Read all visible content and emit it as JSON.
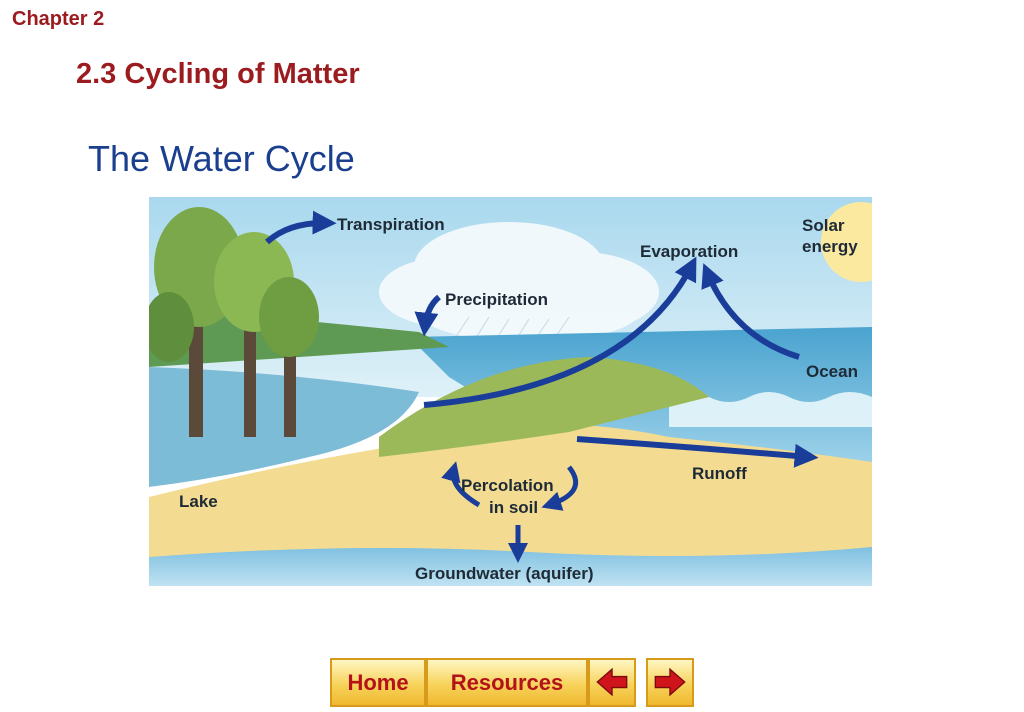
{
  "header": {
    "chapter": "Chapter 2",
    "section": "2.3 Cycling of Matter",
    "subtitle": "The Water Cycle"
  },
  "diagram": {
    "labels": {
      "transpiration": "Transpiration",
      "precipitation": "Precipitation",
      "evaporation": "Evaporation",
      "solar_line1": "Solar",
      "solar_line2": "energy",
      "ocean": "Ocean",
      "runoff": "Runoff",
      "percolation_line1": "Percolation",
      "percolation_line2": "in soil",
      "lake": "Lake",
      "groundwater": "Groundwater (aquifer)"
    },
    "colors": {
      "arrow": "#1b3d9a",
      "sky": "#bfe3f2",
      "sand": "#f3dc92",
      "water": "#6db6d9",
      "sun": "#fbe9a0"
    }
  },
  "nav": {
    "home_label": "Home",
    "resources_label": "Resources",
    "prev_icon": "left-arrow-icon",
    "next_icon": "right-arrow-icon"
  }
}
